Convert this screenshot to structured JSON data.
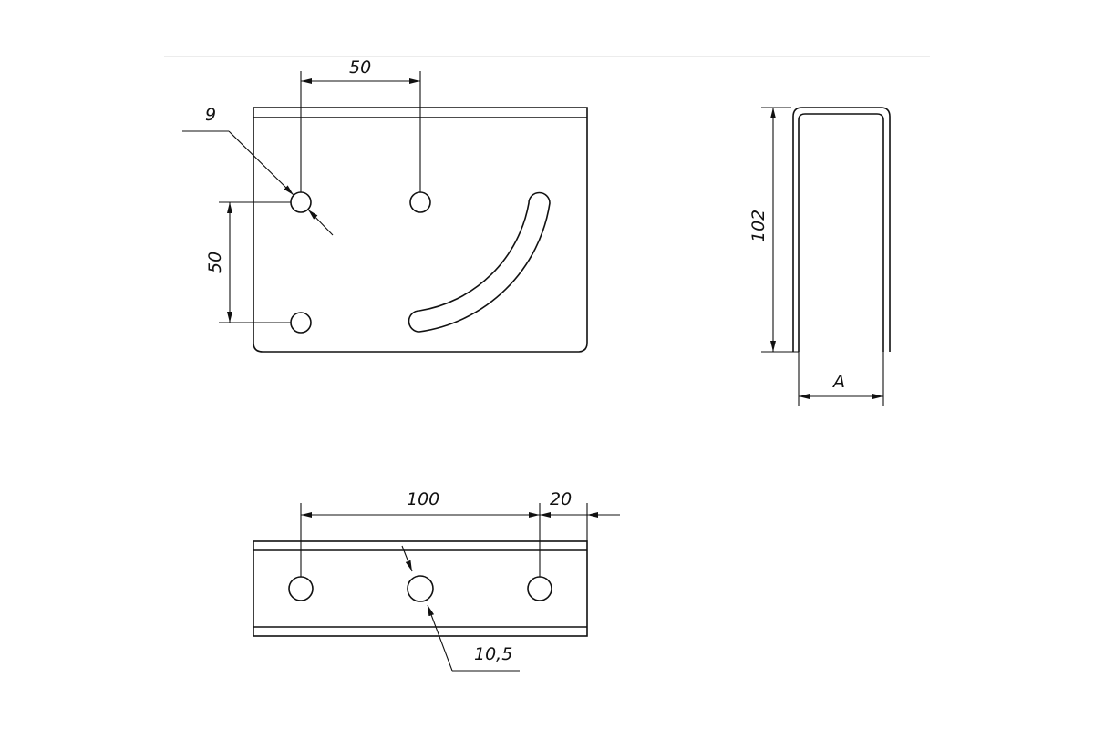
{
  "drawing": {
    "dimensions": {
      "top_hole_spacing": "50",
      "hole_diameter_small": "9",
      "vertical_hole_spacing": "50",
      "side_height": "102",
      "side_width": "A",
      "bottom_hole_spacing": "100",
      "edge_offset": "20",
      "hole_diameter_large": "10,5"
    }
  }
}
